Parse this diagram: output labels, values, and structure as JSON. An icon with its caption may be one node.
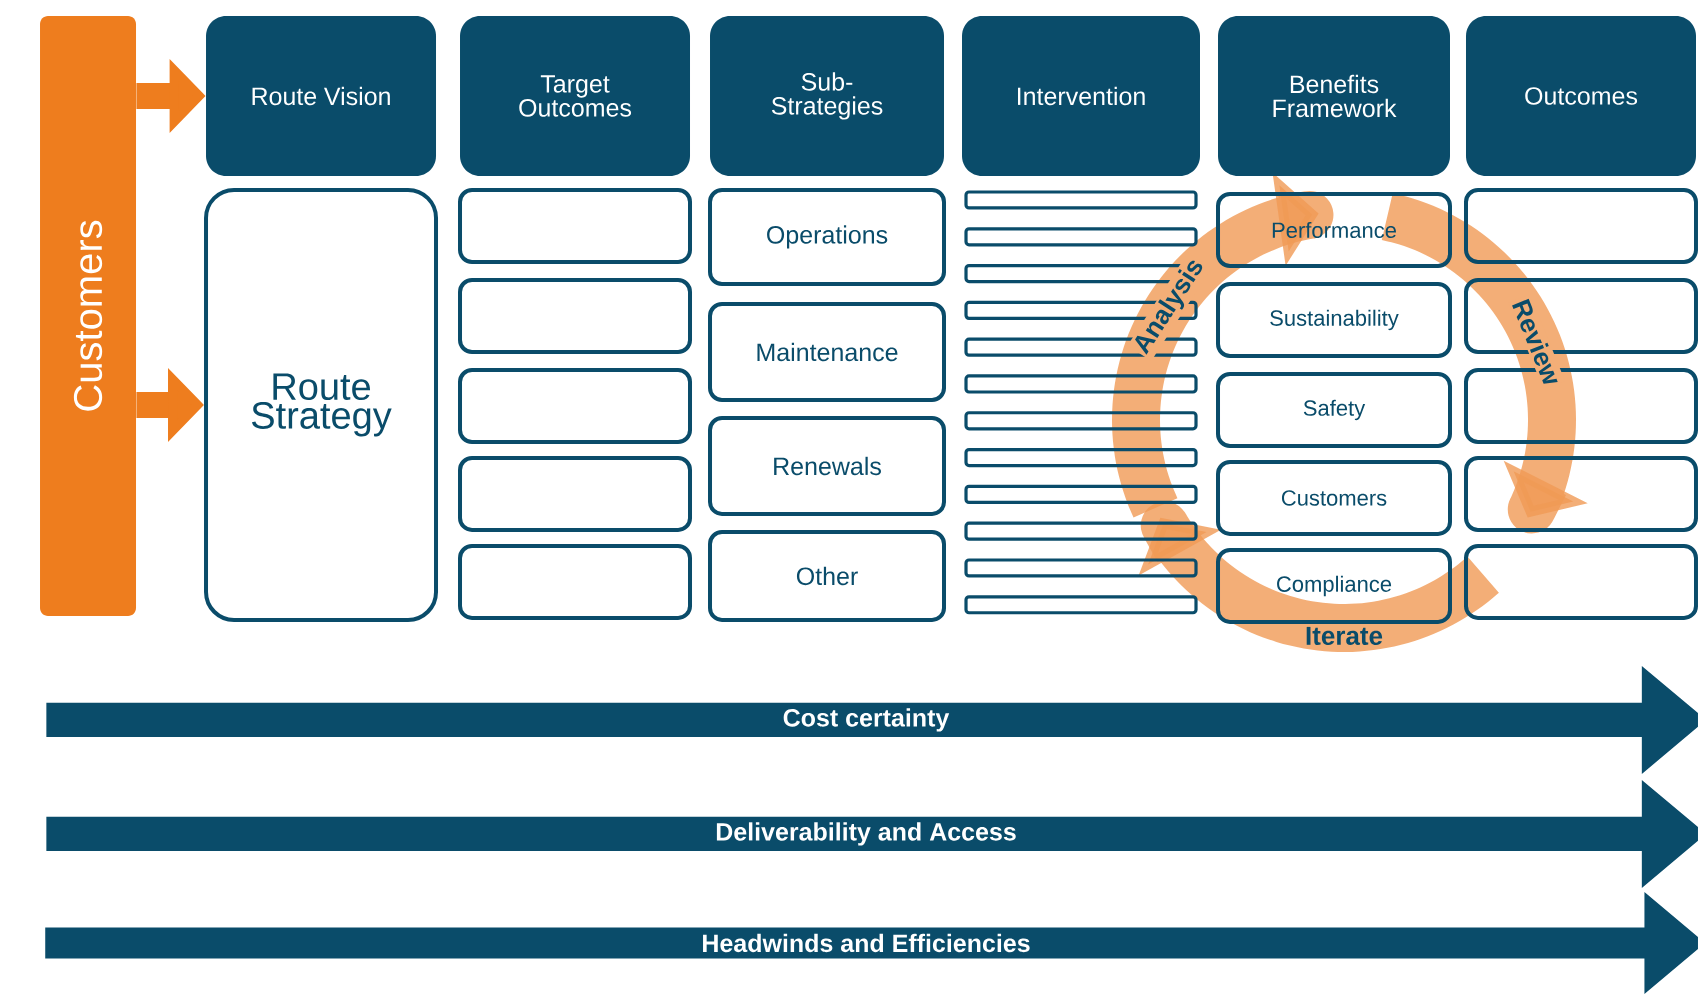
{
  "diagram": {
    "nodes": [
      {
        "text": [
          "Customers"
        ]
      },
      {
        "text": [
          "Route Vision"
        ]
      },
      {
        "text": [
          "Route Strategy"
        ]
      },
      {
        "text": [
          "Target Outcomes"
        ]
      },
      {
        "text": [],
        "shape": "box"
      },
      {
        "text": [],
        "shape": "box"
      },
      {
        "text": [],
        "shape": "box"
      },
      {
        "text": [],
        "shape": "box"
      },
      {
        "text": [],
        "shape": "box"
      },
      {
        "text": [
          "Sub-Strategies"
        ]
      },
      {
        "text": [
          "Operations"
        ]
      },
      {
        "text": [
          "Maintenance"
        ]
      },
      {
        "text": [
          "Renewals"
        ]
      },
      {
        "text": [
          "Other"
        ]
      },
      {
        "text": [
          "Intervention"
        ]
      },
      {
        "text": [],
        "shape": "bar"
      },
      {
        "text": [],
        "shape": "bar"
      },
      {
        "text": [],
        "shape": "bar"
      },
      {
        "text": [],
        "shape": "bar"
      },
      {
        "text": [],
        "shape": "bar"
      },
      {
        "text": [],
        "shape": "bar"
      },
      {
        "text": [],
        "shape": "bar"
      },
      {
        "text": [],
        "shape": "bar"
      },
      {
        "text": [],
        "shape": "bar"
      },
      {
        "text": [],
        "shape": "bar"
      },
      {
        "text": [],
        "shape": "bar"
      },
      {
        "text": [],
        "shape": "bar"
      },
      {
        "text": [
          "Benefits Framework"
        ]
      },
      {
        "text": [
          "Performance"
        ]
      },
      {
        "text": [
          "Sustainability"
        ]
      },
      {
        "text": [
          "Safety"
        ]
      },
      {
        "text": [
          "Customers"
        ]
      },
      {
        "text": [
          "Compliance"
        ]
      },
      {
        "text": [
          "Outcomes"
        ]
      },
      {
        "text": [],
        "shape": "box"
      },
      {
        "text": [],
        "shape": "box"
      },
      {
        "text": [],
        "shape": "box"
      },
      {
        "text": [],
        "shape": "box"
      },
      {
        "text": [],
        "shape": "box"
      },
      {
        "text": [
          "Cost certainty"
        ]
      },
      {
        "text": [
          "Deliverability and Access"
        ]
      },
      {
        "text": [
          "Headwinds and Efficiencies"
        ]
      }
    ],
    "edges": [
      {
        "from": 0,
        "to": 1,
        "arrow": "to"
      },
      {
        "from": 0,
        "to": 2,
        "arrow": "to"
      }
    ],
    "labels": [
      "Analysis",
      "Review",
      "Iterate"
    ]
  }
}
